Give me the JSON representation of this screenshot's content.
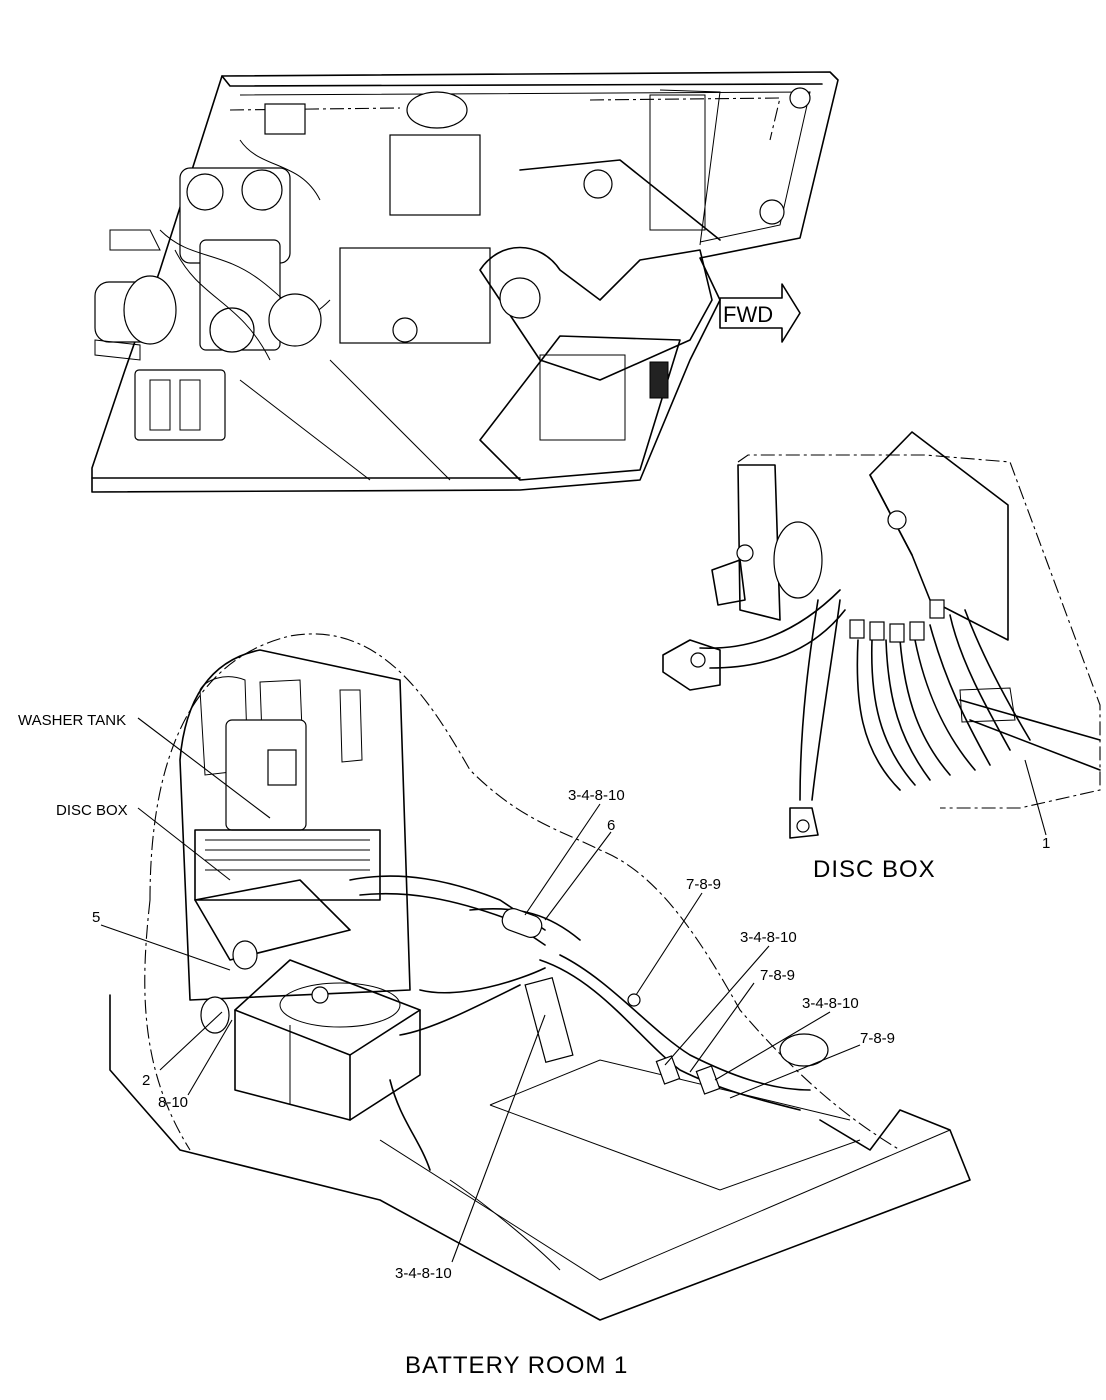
{
  "view_titles": {
    "disc_box": "DISC BOX",
    "battery_room": "BATTERY ROOM 1"
  },
  "fwd_arrow": {
    "label": "FWD"
  },
  "callouts": {
    "washer_tank": "WASHER TANK",
    "disc_box": "DISC BOX",
    "c5": "5",
    "c2": "2",
    "c8_10": "8-10",
    "c6": "6",
    "c3_4_8_10_a": "3-4-8-10",
    "c3_4_8_10_b": "3-4-8-10",
    "c3_4_8_10_c": "3-4-8-10",
    "c3_4_8_10_d": "3-4-8-10",
    "c7_8_9_a": "7-8-9",
    "c7_8_9_b": "7-8-9",
    "c7_8_9_c": "7-8-9",
    "c1": "1"
  }
}
